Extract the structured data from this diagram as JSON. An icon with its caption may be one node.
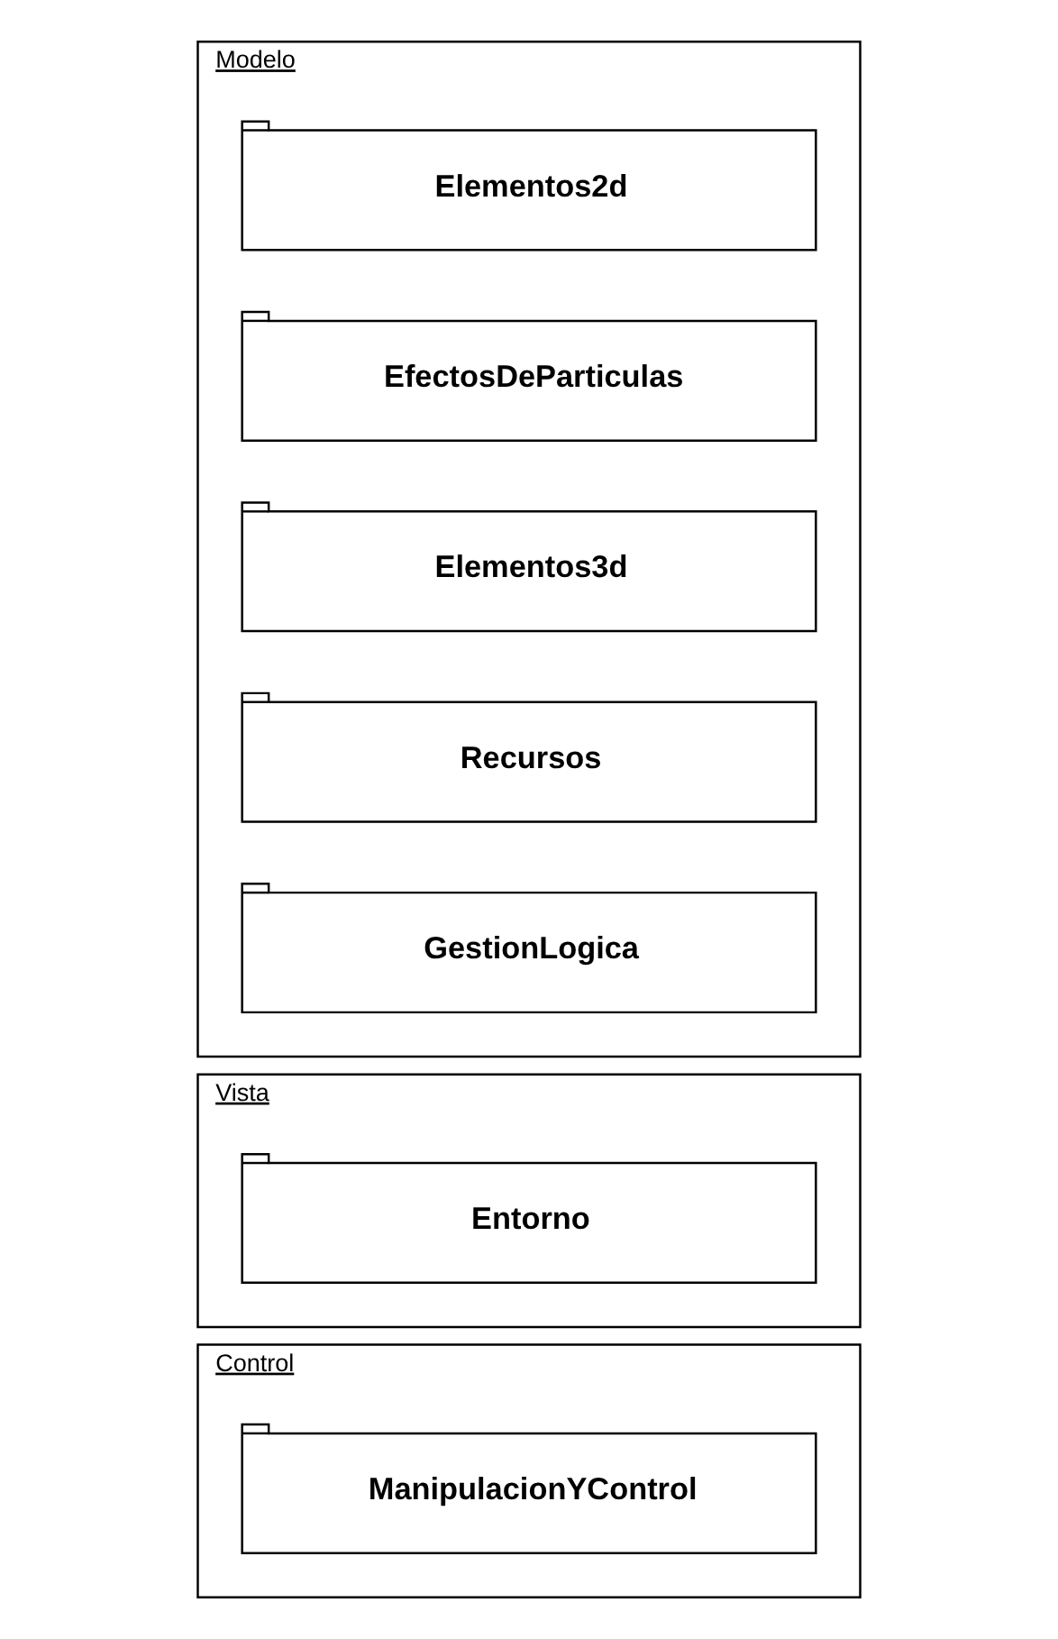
{
  "diagram": {
    "nodes": [
      {
        "text": [
          "Control"
        ]
      },
      {
        "text": [
          "ManipulacionYControl"
        ],
        "in": 0
      },
      {
        "text": [
          "Vista"
        ]
      },
      {
        "text": [
          "Entorno"
        ],
        "in": 2
      },
      {
        "text": [
          "Modelo"
        ]
      },
      {
        "text": [
          "Elementos2d"
        ],
        "in": 4
      },
      {
        "text": [
          "EfectosDeParticulas"
        ],
        "in": 4
      },
      {
        "text": [
          "Elementos3d"
        ],
        "in": 4
      },
      {
        "text": [
          "Recursos"
        ],
        "in": 4
      },
      {
        "text": [
          "GestionLogica"
        ],
        "in": 4
      }
    ]
  }
}
